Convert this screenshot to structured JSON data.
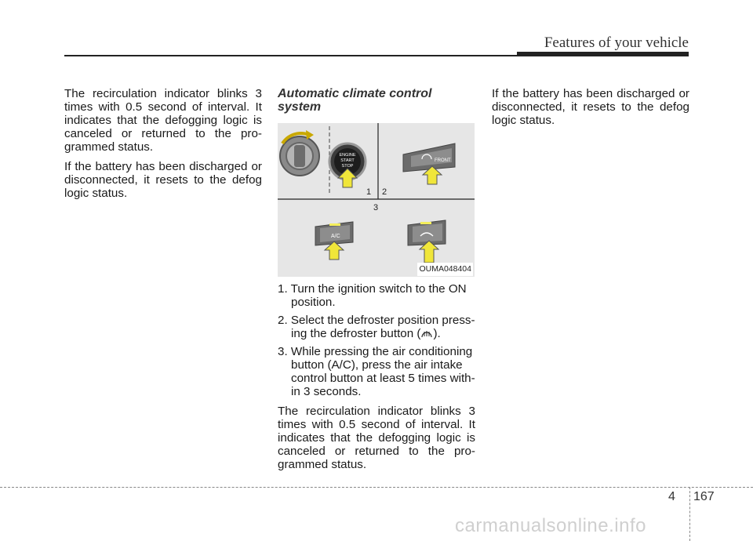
{
  "header": {
    "title": "Features of your vehicle"
  },
  "left_column": {
    "paragraphs": [
      "The recirculation indicator blinks 3 times with 0.5 second of interval. It indicates that the defogging logic is canceled or returned to the pro-grammed status.",
      "If the battery has been discharged or disconnected, it resets to the defog logic status."
    ]
  },
  "middle_column": {
    "section_title": "Automatic climate control system",
    "figure": {
      "code": "OUMA048404",
      "callouts": [
        "1",
        "2",
        "3"
      ],
      "button_texts": {
        "engine": "ENGINE",
        "start": "START",
        "stop": "STOP",
        "front": "FRONT",
        "ac": "A/C"
      }
    },
    "steps": [
      {
        "num": "1.",
        "text": "Turn the ignition switch to the ON position."
      },
      {
        "num": "2.",
        "text_before": "Select the defroster position press-ing the defroster button (",
        "text_after": ")."
      },
      {
        "num": "3.",
        "text": "While pressing the air conditioning button (A/C), press the air intake control button at least 5 times with-in 3 seconds."
      }
    ],
    "paragraph": "The recirculation indicator blinks 3 times with 0.5 second of interval. It indicates that the defogging logic is canceled or returned to the pro-grammed status."
  },
  "right_column": {
    "paragraph": "If the battery has been discharged or disconnected, it resets to the defog logic status."
  },
  "footer": {
    "section": "4",
    "page": "167",
    "watermark": "carmanualsonline.info"
  }
}
